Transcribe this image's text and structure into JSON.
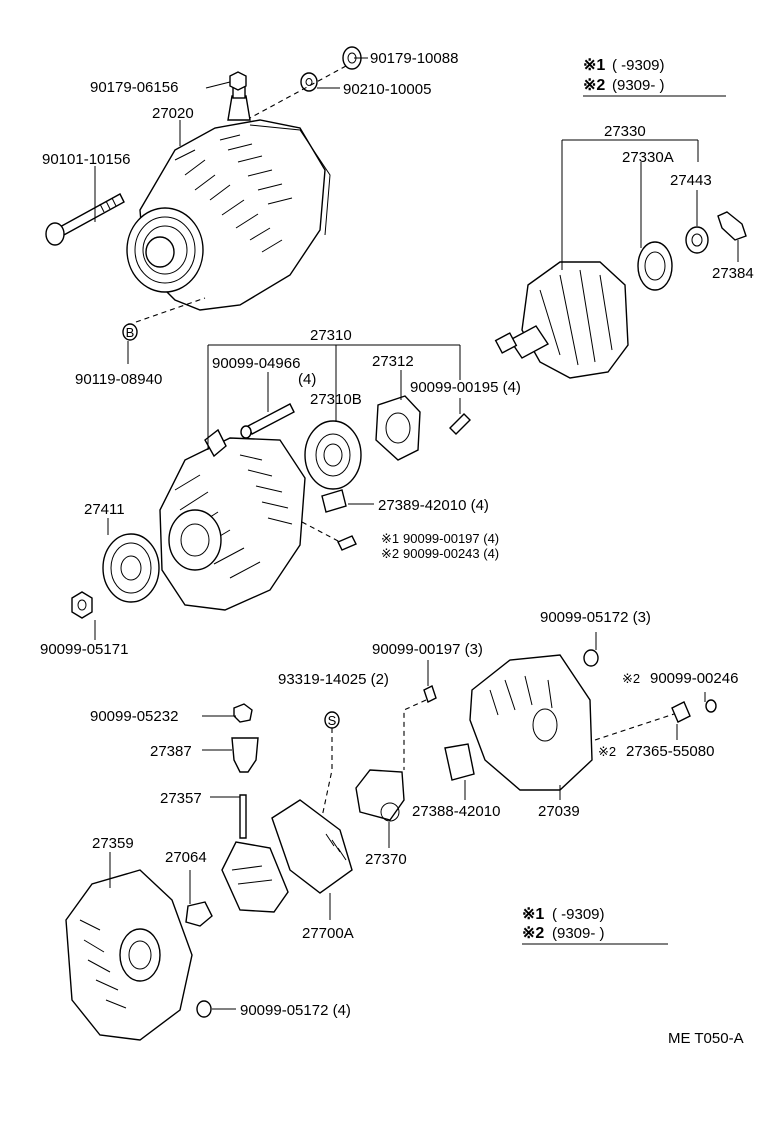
{
  "labels": {
    "p90179_10088": "90179-10088",
    "p90179_06156": "90179-06156",
    "p90210_10005": "90210-10005",
    "p27020": "27020",
    "p90101_10156": "90101-10156",
    "p90119_08940": "90119-08940",
    "p27330": "27330",
    "p27330A": "27330A",
    "p27443": "27443",
    "p27384": "27384",
    "p27310": "27310",
    "p90099_04966": "90099-04966",
    "p90099_04966_qty": "(4)",
    "p27312": "27312",
    "p27310B": "27310B",
    "p90099_00195": "90099-00195 (4)",
    "p27411": "27411",
    "p27389_42010": "27389-42010 (4)",
    "p90099_00197_4": "90099-00197 (4)",
    "p90099_00243_4": "90099-00243 (4)",
    "p90099_05171": "90099-05171",
    "p90099_05172_3": "90099-05172 (3)",
    "p90099_00197_3": "90099-00197 (3)",
    "p93319_14025": "93319-14025 (2)",
    "p90099_00246": "90099-00246",
    "p27365_55080": "27365-55080",
    "p90099_05232": "90099-05232",
    "p27387": "27387",
    "p27357": "27357",
    "p27388_42010": "27388-42010",
    "p27039": "27039",
    "p27064": "27064",
    "p27359": "27359",
    "p27370": "27370",
    "p27700A": "27700A",
    "p90099_05172_4": "90099-05172 (4)"
  },
  "markers": {
    "b_marker": "B",
    "s_marker": "S",
    "note1": "※1",
    "note2": "※2",
    "note1_small": "※1",
    "note2_small": "※2"
  },
  "legend_top": {
    "row1_mark": "※1",
    "row1_range": "(          -9309)",
    "row2_mark": "※2",
    "row2_range": "(9309-          )"
  },
  "legend_bottom": {
    "row1_mark": "※1",
    "row1_range": "(          -9309)",
    "row2_mark": "※2",
    "row2_range": "(9309-          )"
  },
  "footer_code": "ME T050-A"
}
